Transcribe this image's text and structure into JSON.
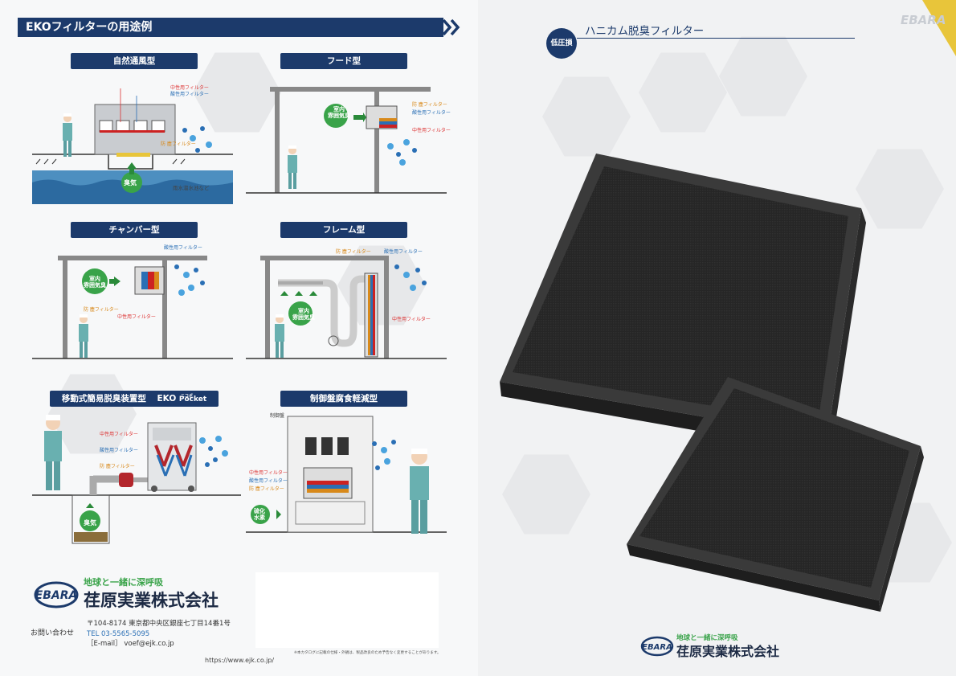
{
  "header": {
    "title": "EKOフィルターの用途例"
  },
  "panels": {
    "natural": {
      "label": "自然通風型",
      "neutral": "中性用フィルター",
      "acid": "酸性用フィルター",
      "dust": "防 塵フィルター",
      "smell": "臭気",
      "note": "雨水溜水池など"
    },
    "hood": {
      "label": "フード型",
      "dust": "防 塵フィルター",
      "acid": "酸性用フィルター",
      "neutral": "中性用フィルター",
      "indoor1": "室内",
      "indoor2": "雰囲気臭"
    },
    "chamber": {
      "label": "チャンバー型",
      "acid": "酸性用フィルター",
      "dust": "防 塵フィルター",
      "neutral": "中性用フィルター",
      "indoor1": "室内",
      "indoor2": "雰囲気臭"
    },
    "frame": {
      "label": "フレーム型",
      "dust": "防 塵フィルター",
      "acid": "酸性用フィルター",
      "neutral": "中性用フィルター",
      "indoor1": "室内",
      "indoor2": "雰囲気臭"
    },
    "mobile": {
      "label": "移動式簡易脱臭装置型",
      "eko": "EKO",
      "pocket": "Pocket",
      "pocket_ruby": "ニコポ",
      "neutral": "中性用フィルター",
      "acid": "酸性用フィルター",
      "dust": "防 塵フィルター",
      "smell": "臭気"
    },
    "control": {
      "label": "制御盤腐食軽減型",
      "panel": "制御盤",
      "neutral": "中性用フィルター",
      "acid": "酸性用フィルター",
      "dust": "防 塵フィルター",
      "gas1": "硫化",
      "gas2": "水素"
    }
  },
  "footer": {
    "tagline": "地球と一緒に深呼吸",
    "company": "荏原実業株式会社",
    "logo": "EBARA",
    "contact_label": "お問い合わせ",
    "postal": "〒104-8174 東京都中央区銀座七丁目14番1号",
    "tel": "TEL 03-5565-5095",
    "email": "［E-mail］ voef@ejk.co.jp",
    "url": "https://www.ejk.co.jp/",
    "note": "※本カタログに記載の仕様・外観は、製品改良のため予告なく変更することがあります。"
  },
  "right": {
    "badge": "低圧損",
    "title": "ハニカム脱臭フィルター",
    "corner_logo": "EBARA",
    "tagline": "地球と一緒に深呼吸",
    "company": "荏原実業株式会社",
    "logo": "EBARA"
  },
  "colors": {
    "navy": "#1c3a6b",
    "green": "#39a349",
    "red": "#d33333",
    "blue": "#2a6fb5",
    "orange": "#d8891a",
    "accent_yellow": "#e8c53a"
  }
}
